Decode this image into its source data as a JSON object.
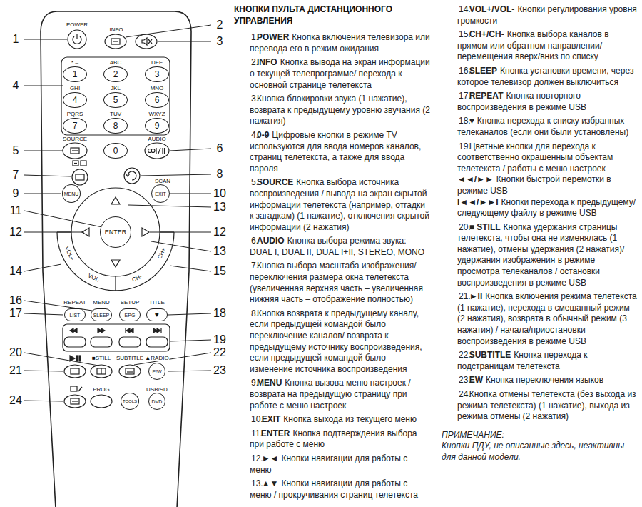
{
  "diagram": {
    "nodes": [
      {
        "text": [
          "1"
        ]
      },
      {
        "text": [
          "2"
        ]
      },
      {
        "text": [
          "3"
        ]
      },
      {
        "text": [
          "4"
        ]
      },
      {
        "text": [
          "5"
        ]
      },
      {
        "text": [
          "6"
        ]
      },
      {
        "text": [
          "7"
        ]
      },
      {
        "text": [
          "8"
        ]
      },
      {
        "text": [
          "9"
        ]
      },
      {
        "text": [
          "0"
        ]
      },
      {
        "text": [
          "MENU"
        ]
      },
      {
        "text": [
          "EXIT"
        ]
      },
      {
        "text": [
          "ENTER"
        ]
      },
      {
        "text": [
          "LIST"
        ]
      },
      {
        "text": [
          "SLEEP"
        ]
      },
      {
        "text": [
          "EPG"
        ]
      },
      {
        "text": [
          "♥"
        ]
      },
      {
        "text": [
          "E/W"
        ]
      },
      {
        "text": [
          "TOOLS"
        ]
      },
      {
        "text": [
          "DVD"
        ]
      }
    ],
    "labels": [
      "POWER",
      "INFO",
      "*.–",
      "ABC",
      "DEF",
      "GHI",
      "JKL",
      "MNO",
      "PQRS",
      "TUV",
      "WXYZ",
      "SOURCE",
      "AUDIO",
      "SCAN",
      "VOL+",
      "VOL-",
      "CH-",
      "CH+",
      "REPEAT",
      "MENU",
      "SETUP",
      "TITLE",
      "■STILL",
      "SUBTITLE",
      "▲RADIO",
      "PROG",
      "USB/SD",
      "1",
      "2",
      "3",
      "4",
      "5",
      "6",
      "7",
      "8",
      "9",
      "10",
      "11",
      "12",
      "12",
      "13",
      "13",
      "14",
      "15",
      "16",
      "17",
      "18",
      "19",
      "20",
      "21",
      "22",
      "23",
      "24",
      "КНОПКИ ПУЛЬТА ДИСТАНЦИОННОГО УПРАВЛЕНИЯ",
      "1.",
      "POWER",
      "Кнопка включения телевизора или перевода его в режим ожидания",
      "2.",
      "INFO",
      "Кнопка вывода на экран информации о текущей телепрограмме/ перехода к основной странице телетекста",
      "3.",
      "Кнопка блокировки звука (1 нажатие), возврата к предыдущему уровню звучания (2 нажатия)",
      "4.",
      "0-9",
      "Цифровые кнопки в режиме TV используются для ввода номеров каналов, страниц телетекста, а также для ввода пароля",
      "5.",
      "SOURCE",
      "Кнопка выбора источника воспроизведения / вывода на экран скрытой информации телетекста (например, отгадки к загадкам) (1 нажатие), отключения скрытой информации (2 нажатия)",
      "6.",
      "AUDIO",
      "Кнопка выбора режима звука: DUAL I, DUAL II, DUAL I+II, STEREO, MONO",
      "7.",
      "Кнопка выбора масштаба изображения/ переключения размера окна телетекста (увеличенная верхняя часть – увеличенная нижняя часть – отображение полностью)",
      "8.",
      "Кнопка возврата к предыдущему каналу, если предыдущей командой было переключение каналов/ возврата к предыдущему источнику воспроизведения, если предыдущей командой было изменение источника воспроизведения",
      "9.",
      "MENU",
      "Кнопка вызова меню настроек / возврата на предыдущую страницу при работе с меню настроек",
      "10.",
      "EXIT",
      "Кнопка выхода из текущего меню",
      "11.",
      "ENTER",
      "Кнопка подтверждения выбора при работе с меню",
      "12.",
      "►◄",
      "Кнопки навигации для работы с меню",
      "13.",
      "▲▼",
      "Кнопки навигации для работы с меню / прокручивания страниц телетекста",
      "14.",
      "VOL+/VOL-",
      "Кнопки регулирования уровня громкости",
      "15.",
      "CH+/CH-",
      "Кнопка выбора каналов в прямом или обратном направлении/ перемещения вверх/вниз по списку",
      "16.",
      "SLEEP",
      "Кнопка установки времени, через которое телевизор должен выключиться",
      "17.",
      "REPEAT",
      "Кнопка повторного воспроизведения в режиме USB",
      "18.",
      "♥",
      "Кнопка перехода к списку избранных телеканалов (если они были установлены)",
      "19.",
      "Цветные кнопки для перехода к соответственно окрашенным объектам телетекста / работы с меню настроек",
      "◄◄/►►",
      "Кнопки быстрой перемотки в режиме USB",
      "I◄◄/►►I",
      "Кнопки перехода к предыдущему/следующему файлу в режиме USB",
      "20.",
      "■ STILL",
      "Кнопка удержания страницы телетекста, чтобы она не изменялась (1 нажатие), отмены удержания (2 нажатия)/ удержания изображения в режиме просмотра телеканалов / остановки воспроизведения в режиме USB",
      "21.",
      "►II",
      "Кнопка включения режима телетекста (1 нажатие), перехода в смешанный режим (2 нажатия), возврата в обычный режим (3 нажатия) / начала/приостановки воспроизведения в режиме USB",
      "22.",
      "SUBTITLE",
      "Кнопка перехода к подстраницам телетекста",
      "23.",
      "EW",
      "Кнопка переключения языков",
      "24.",
      "Кнопка отмены телетекста (без выхода из режима телетекста) (1 нажатие), выхода из режима отмены (2 нажатия)",
      "ПРИМЕЧАНИЕ:",
      "Кнопки ПДУ, не описанные здесь, неактивны для данной модели."
    ]
  }
}
